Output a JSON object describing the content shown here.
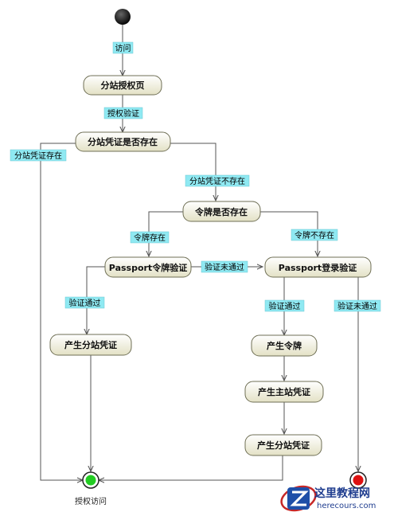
{
  "diagram": {
    "nodes": {
      "auth_page": "分站授权页",
      "sub_credential_exists": "分站凭证是否存在",
      "token_exists": "令牌是否存在",
      "passport_token_verify": "Passport令牌验证",
      "passport_login_verify": "Passport登录验证",
      "gen_sub_credential_left": "产生分站凭证",
      "gen_token": "产生令牌",
      "gen_main_credential": "产生主站凭证",
      "gen_sub_credential_right": "产生分站凭证",
      "end_label": "授权访问"
    },
    "labels": {
      "visit": "访问",
      "auth_verify": "授权验证",
      "sub_cred_exists": "分站凭证存在",
      "sub_cred_not_exists": "分站凭证不存在",
      "token_exists": "令牌存在",
      "token_not_exists": "令牌不存在",
      "verify_failed_mid": "验证未通过",
      "verify_passed_left": "验证通过",
      "verify_passed_right": "验证通过",
      "verify_failed_right": "验证未通过"
    }
  },
  "watermark": {
    "title": "这里教程网",
    "url": "herecours.com"
  },
  "colors": {
    "node_fill": "#f0efd8",
    "tag_fill": "#8fe9f2",
    "success_end": "#22cc22",
    "failure_end": "#dd1111"
  }
}
